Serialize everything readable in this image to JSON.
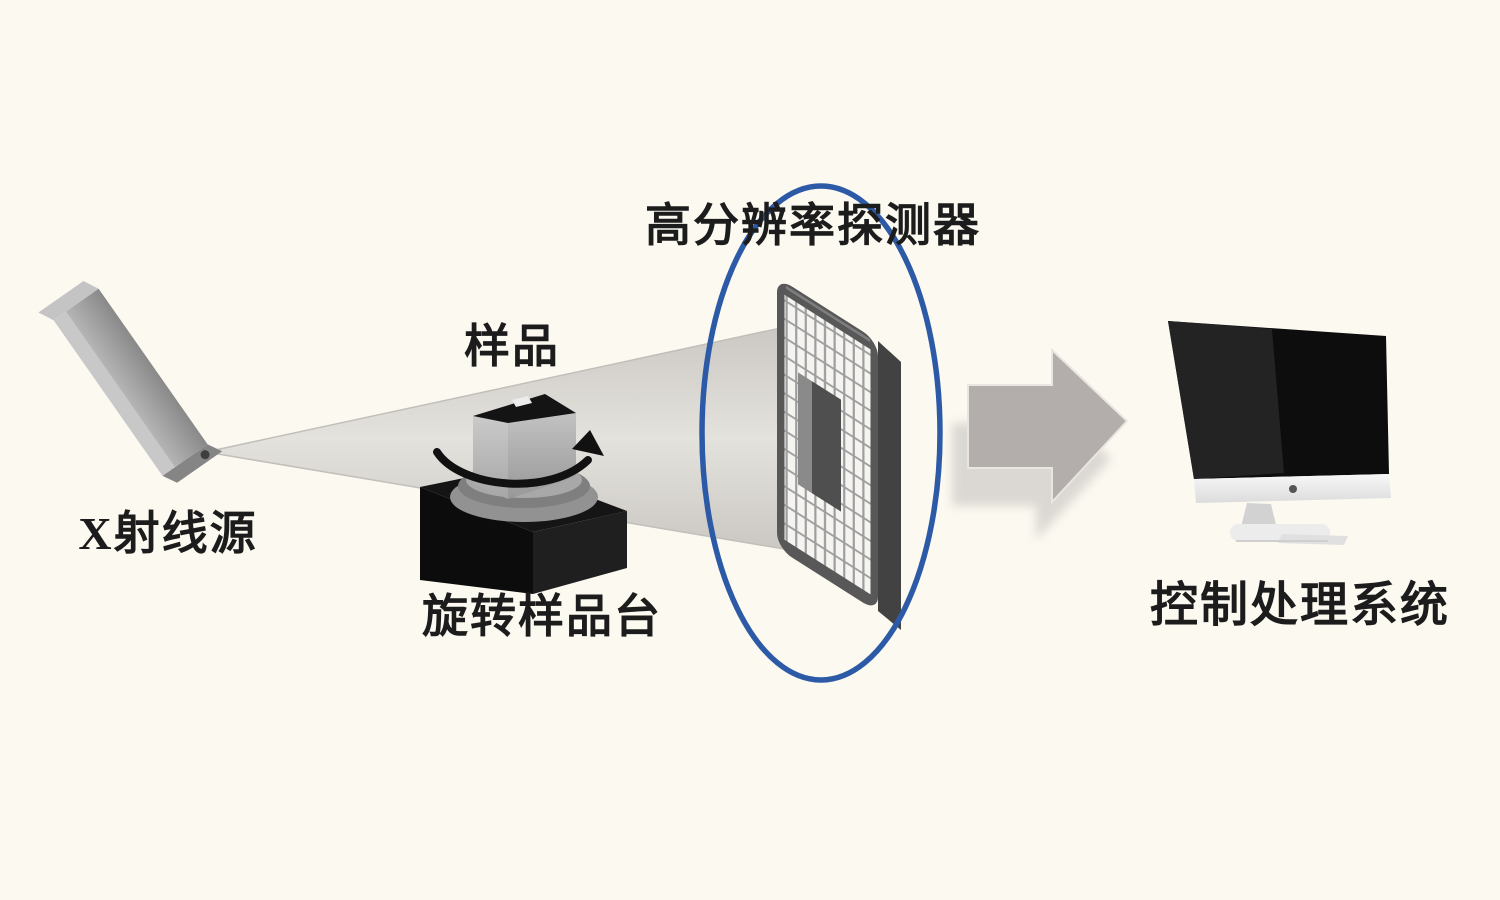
{
  "diagram": {
    "labels": {
      "xray_source": "X射线源",
      "sample": "样品",
      "rotation_stage": "旋转样品台",
      "detector": "高分辨率探测器",
      "control_system": "控制处理系统"
    },
    "colors": {
      "background": "#fbf9f0",
      "beam": "#e4e2dd",
      "highlight_ellipse": "#2d5aa7",
      "flow_arrow": "#b3aeab",
      "label_text": "#1c1c1c"
    }
  }
}
